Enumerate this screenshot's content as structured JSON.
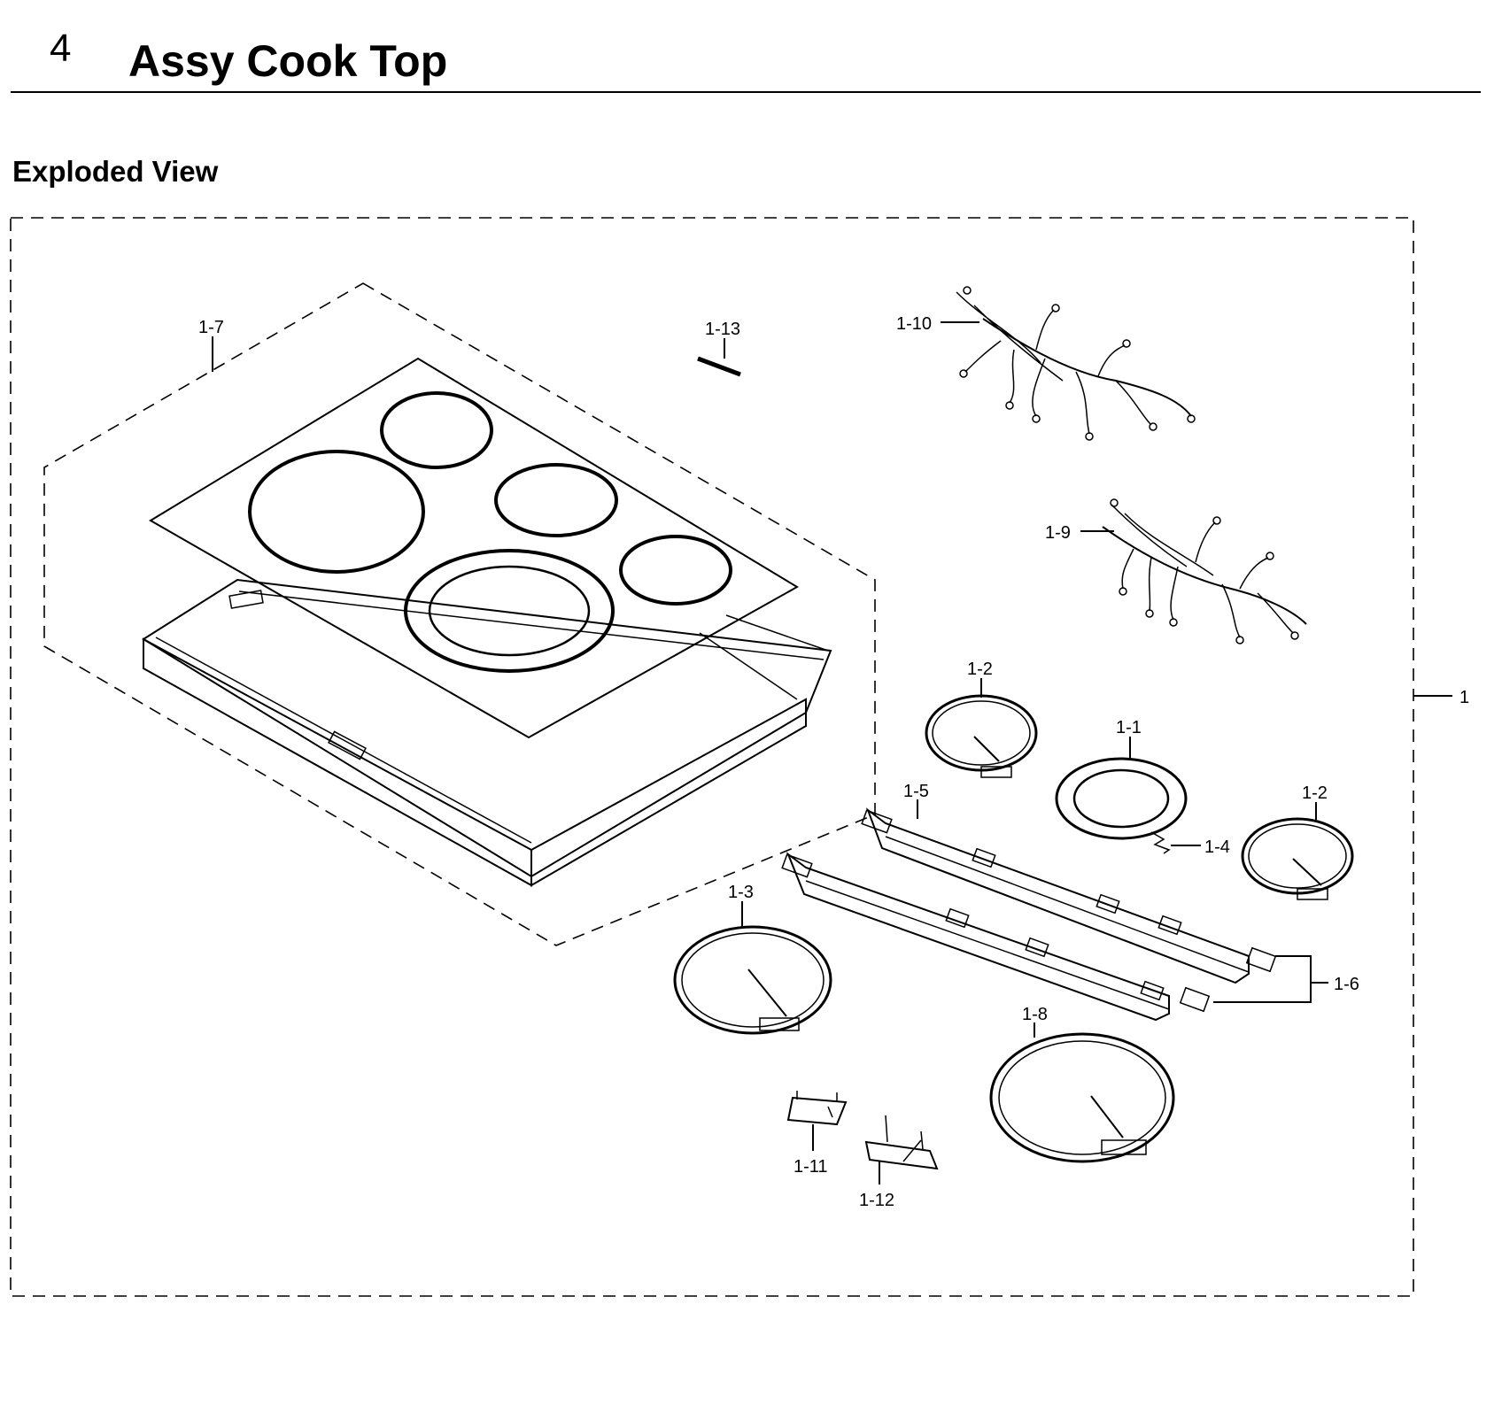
{
  "header": {
    "section_number": "4",
    "section_title": "Assy Cook Top",
    "subtitle": "Exploded View"
  },
  "callouts": {
    "assembly": "1",
    "p1_1": "1-1",
    "p1_2a": "1-2",
    "p1_2b": "1-2",
    "p1_3": "1-3",
    "p1_4": "1-4",
    "p1_5": "1-5",
    "p1_6": "1-6",
    "p1_7": "1-7",
    "p1_8": "1-8",
    "p1_9": "1-9",
    "p1_10": "1-10",
    "p1_11": "1-11",
    "p1_12": "1-12",
    "p1_13": "1-13"
  }
}
